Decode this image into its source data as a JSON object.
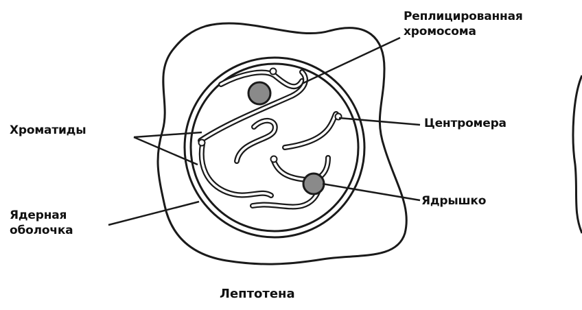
{
  "labels": {
    "replicated_chromosome": [
      "Реплицированная",
      "хромосома"
    ],
    "centromere": "Центромера",
    "chromatids": "Хроматиды",
    "nucleolus": "Ядрышко",
    "nuclear_envelope": [
      "Ядерная",
      "оболочка"
    ]
  },
  "caption": "Лептотена",
  "colors": {
    "ink": "#1a1a1a",
    "fill": "#8a8a8a",
    "background": "#ffffff"
  }
}
